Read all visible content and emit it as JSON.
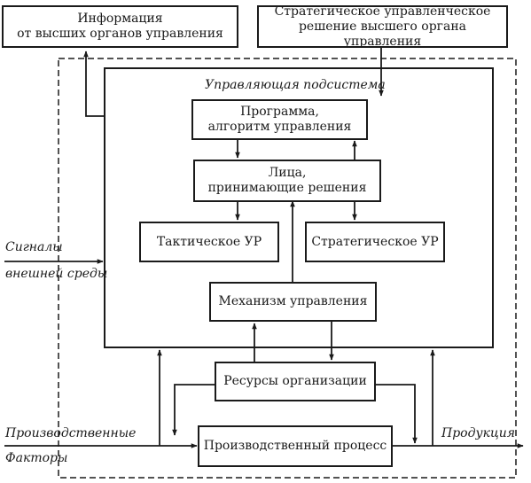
{
  "boxes": {
    "higher_info": [
      "Информация",
      "от высших органов управления"
    ],
    "strategic_decision": [
      "Стратегическое управленческое",
      "решение высшего органа управления"
    ],
    "program": [
      "Программа,",
      "алгоритм управления"
    ],
    "decision_makers": [
      "Лица,",
      "принимающие решения"
    ],
    "tactical": [
      "Тактическое УР"
    ],
    "strategic": [
      "Стратегическое УР"
    ],
    "mechanism": [
      "Механизм управления"
    ],
    "resources": [
      "Ресурсы организации"
    ],
    "production_process": [
      "Производственный процесс"
    ]
  },
  "labels": {
    "control_subsystem": "Управляющая подсистема",
    "signals_1": "Сигналы",
    "signals_2": "внешней среды",
    "production_factors_1": "Производственные",
    "production_factors_2": "Факторы",
    "output": "Продукция"
  },
  "colors": {
    "ink": "#1a1a1a",
    "background": "#ffffff"
  }
}
